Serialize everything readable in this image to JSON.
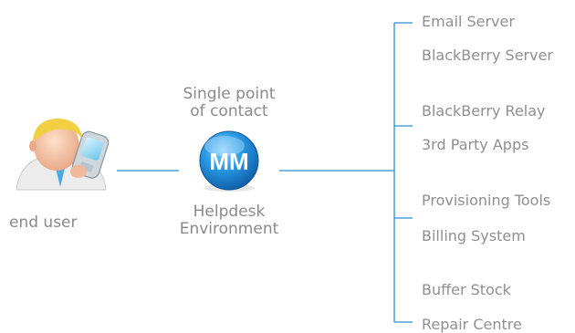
{
  "user": {
    "label": "end user"
  },
  "hub": {
    "logo_text": "MM",
    "top_label_line1": "Single point",
    "top_label_line2": "of contact",
    "bottom_label_line1": "Helpdesk",
    "bottom_label_line2": "Environment"
  },
  "services": [
    "Email Server",
    "BlackBerry Server",
    "BlackBerry Relay",
    "3rd Party Apps",
    "Provisioning Tools",
    "Billing System",
    "Buffer Stock",
    "Repair Centre"
  ],
  "colors": {
    "connector": "#2a8fd0",
    "text": "#8a8a8a",
    "hub_blue": "#1f8ad8"
  }
}
